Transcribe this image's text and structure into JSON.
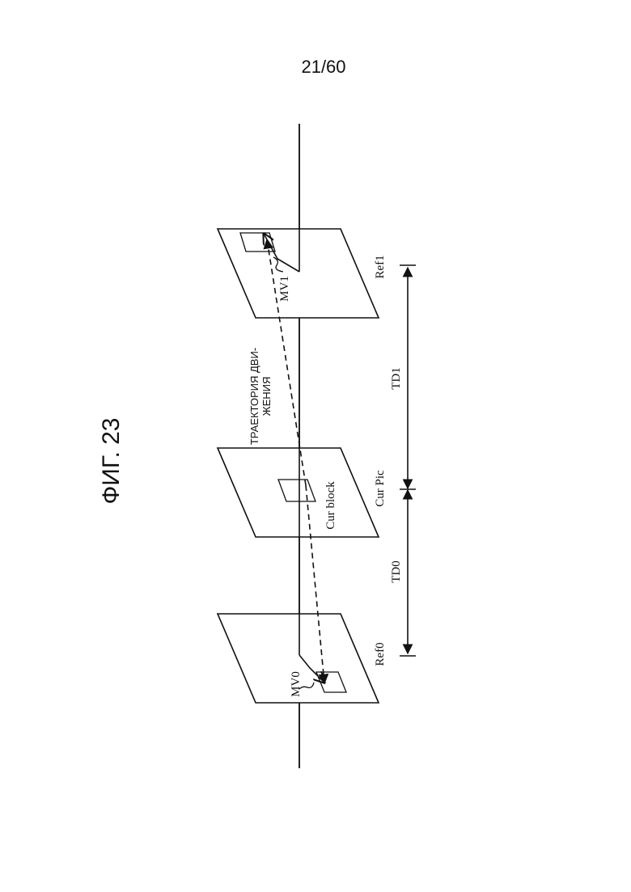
{
  "page": {
    "number": "21/60"
  },
  "figure": {
    "title": "ФИГ. 23",
    "trajectory_label_line1": "ТРАЕКТОРИЯ ДВИ-",
    "trajectory_label_line2": "ЖЕНИЯ",
    "block_label": "Cur block",
    "frames": {
      "ref0": "Ref0",
      "cur": "Cur Pic",
      "ref1": "Ref1"
    },
    "vectors": {
      "mv0": "MV0",
      "mv1": "MV1"
    },
    "distances": {
      "td0": "TD0",
      "td1": "TD1"
    }
  }
}
